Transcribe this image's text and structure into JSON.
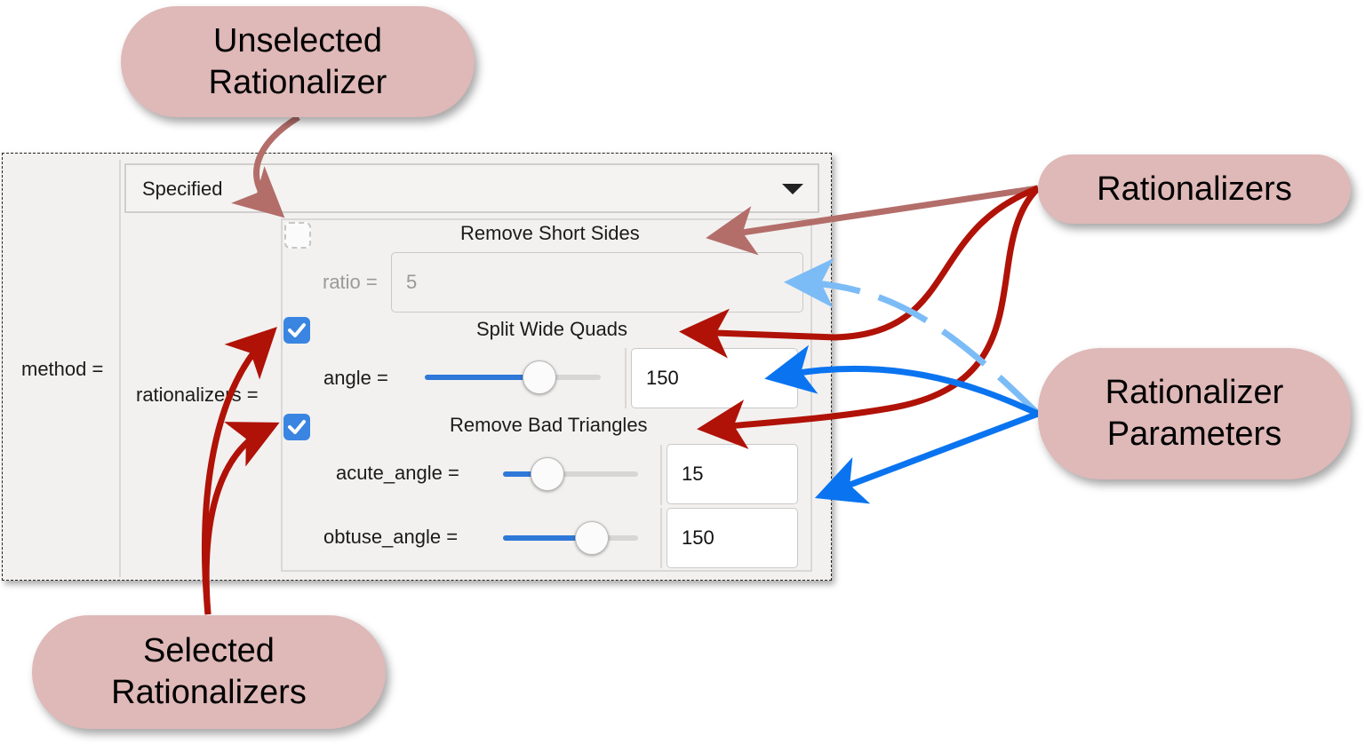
{
  "callouts": {
    "unselected_line1": "Unselected",
    "unselected_line2": "Rationalizer",
    "rationalizers": "Rationalizers",
    "params_line1": "Rationalizer",
    "params_line2": "Parameters",
    "selected_line1": "Selected",
    "selected_line2": "Rationalizers"
  },
  "form": {
    "method_label": "method =",
    "method_value": "Specified",
    "rationalizers_label": "rationalizers =",
    "items": [
      {
        "title": "Remove Short Sides",
        "checked": false,
        "params": [
          {
            "label": "ratio =",
            "value": "5",
            "enabled": false
          }
        ]
      },
      {
        "title": "Split Wide Quads",
        "checked": true,
        "params": [
          {
            "label": "angle =",
            "value": "150",
            "slider_fraction": 0.65
          }
        ]
      },
      {
        "title": "Remove Bad Triangles",
        "checked": true,
        "params": [
          {
            "label": "acute_angle =",
            "value": "15",
            "slider_fraction": 0.33
          },
          {
            "label": "obtuse_angle =",
            "value": "150",
            "slider_fraction": 0.66
          }
        ]
      }
    ]
  },
  "colors": {
    "callout_bg": "#dfb8b8",
    "dark_red_arrow": "#b01207",
    "muted_red_arrow": "#b36e6a",
    "blue_arrow": "#0a74f0",
    "light_blue_arrow": "#7cbcf6",
    "checkbox_blue": "#3a84e2"
  }
}
